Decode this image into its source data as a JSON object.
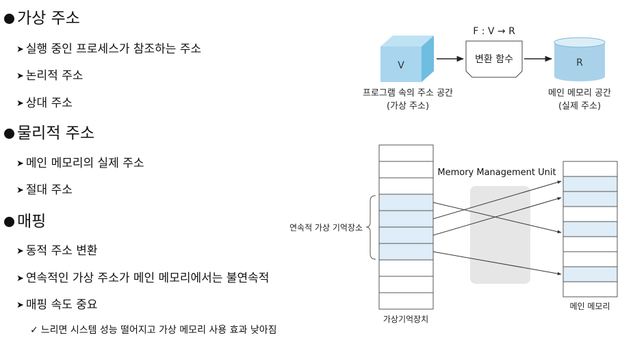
{
  "outline": {
    "virtual": {
      "title": "가상 주소",
      "items": [
        "실행 중인 프로세스가 참조하는 주소",
        "논리적 주소",
        "상대 주소"
      ]
    },
    "physical": {
      "title": "물리적 주소",
      "items": [
        "메인 메모리의 실제 주소",
        "절대 주소"
      ]
    },
    "mapping": {
      "title": "매핑",
      "items": [
        "동적 주소 변환",
        "연속적인 가상 주소가 메인 메모리에서는 불연속적",
        "매핑 속도 중요"
      ],
      "subitem": "느리면 시스템 성능 떨어지고 가상 메모리 사용 효과 낮아짐"
    }
  },
  "diagram_top": {
    "function_label": "F : V → R",
    "cube_label": "V",
    "box_label": "변환 함수",
    "cylinder_label": "R",
    "left_caption_1": "프로그램 속의 주소 공간",
    "left_caption_2": "(가상 주소)",
    "right_caption_1": "메인 메모리 공간",
    "right_caption_2": "(실제 주소)"
  },
  "diagram_bottom": {
    "mmu_label": "Memory Management Unit",
    "brace_label": "연속적 가상 기억장소",
    "left_caption": "가상기억장치",
    "right_caption": "메인 메모리",
    "highlight_color": "#deedf7",
    "mmu_color": "#e6e6e6"
  }
}
